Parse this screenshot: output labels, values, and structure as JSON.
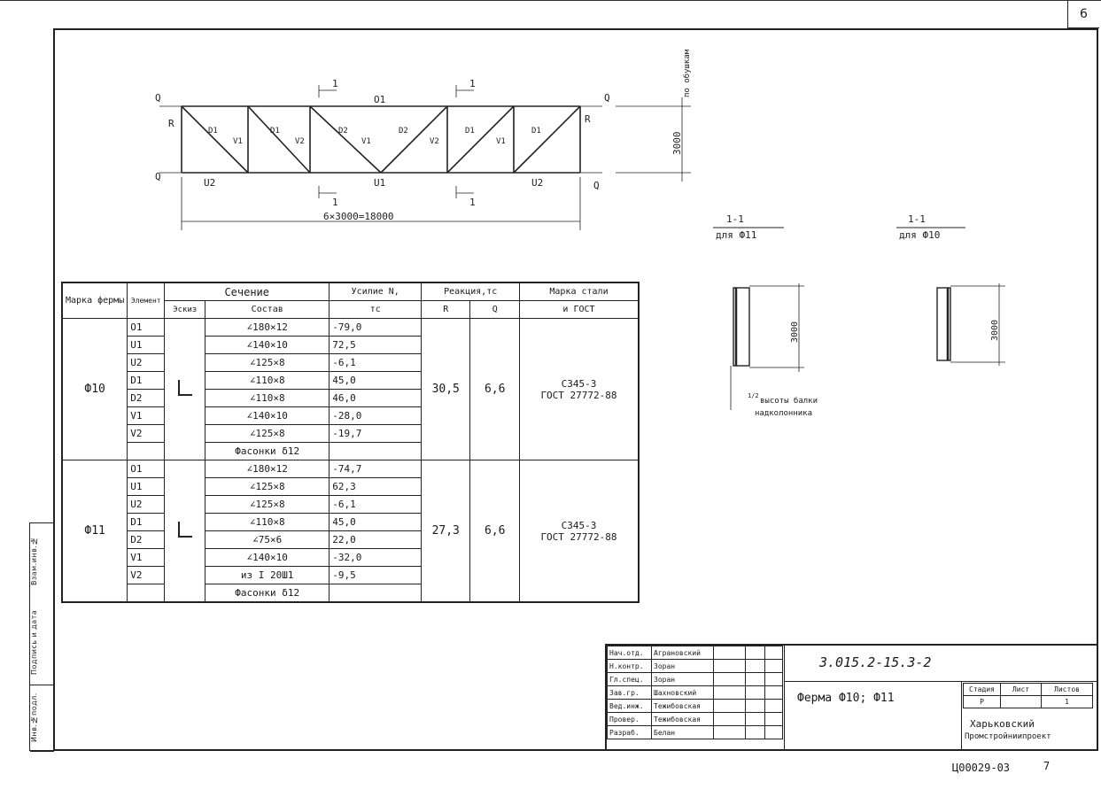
{
  "page_number": "6",
  "side_strip": {
    "top": "Взам.инв.№",
    "middle": "Подпись и дата",
    "bottom": "Инв.№подл."
  },
  "truss": {
    "top_chord": "O1",
    "bottom_left": "U2",
    "bottom_middle": "U1",
    "bottom_right": "U2",
    "members": [
      "D1",
      "V1",
      "D1",
      "V2",
      "D2",
      "V1",
      "D2",
      "V2",
      "D1",
      "V1",
      "D1"
    ],
    "q_label": "Q",
    "r_label": "R",
    "section_mark": "1",
    "span_dimension": "6×3000=18000",
    "height_dimension": "3000",
    "side_note": "по обушкам"
  },
  "sections": [
    {
      "title": "1-1",
      "subtitle": "для Ф11",
      "height": "3000",
      "note_fraction": "1/2",
      "note": "высоты балки",
      "note2": "надколонника"
    },
    {
      "title": "1-1",
      "subtitle": "для Ф10",
      "height": "3000"
    }
  ],
  "table": {
    "h_mark": "Марка фермы",
    "h_element": "Элемент",
    "h_section": "Сечение",
    "h_sketch": "Эскиз",
    "h_composition": "Состав",
    "h_force": "Усилие N,",
    "h_force_unit": "тс",
    "h_reaction": "Реакция,тс",
    "h_r": "R",
    "h_q": "Q",
    "h_steel": "Марка стали",
    "h_steel2": "и ГОСТ",
    "groups": [
      {
        "mark": "Ф10",
        "r": "30,5",
        "q": "6,6",
        "steel": "С345-3",
        "gost": "ГОСТ 27772-88",
        "rows": [
          {
            "el": "O1",
            "comp": "∠180×12",
            "n": "-79,0"
          },
          {
            "el": "U1",
            "comp": "∠140×10",
            "n": "72,5"
          },
          {
            "el": "U2",
            "comp": "∠125×8",
            "n": "-6,1"
          },
          {
            "el": "D1",
            "comp": "∠110×8",
            "n": "45,0"
          },
          {
            "el": "D2",
            "comp": "∠110×8",
            "n": "46,0"
          },
          {
            "el": "V1",
            "comp": "∠140×10",
            "n": "-28,0"
          },
          {
            "el": "V2",
            "comp": "∠125×8",
            "n": "-19,7"
          },
          {
            "el": "",
            "comp": "Фасонки δ12",
            "n": ""
          }
        ]
      },
      {
        "mark": "Ф11",
        "r": "27,3",
        "q": "6,6",
        "steel": "С345-3",
        "gost": "ГОСТ 27772-88",
        "rows": [
          {
            "el": "O1",
            "comp": "∠180×12",
            "n": "-74,7"
          },
          {
            "el": "U1",
            "comp": "∠125×8",
            "n": "62,3"
          },
          {
            "el": "U2",
            "comp": "∠125×8",
            "n": "-6,1"
          },
          {
            "el": "D1",
            "comp": "∠110×8",
            "n": "45,0"
          },
          {
            "el": "D2",
            "comp": "∠75×6",
            "n": "22,0"
          },
          {
            "el": "V1",
            "comp": "∠140×10",
            "n": "-32,0"
          },
          {
            "el": "V2",
            "comp": "из I 20Ш1",
            "n": "-9,5"
          },
          {
            "el": "",
            "comp": "Фасонки δ12",
            "n": ""
          }
        ]
      }
    ]
  },
  "title_block": {
    "doc_code": "3.015.2-15.3-2",
    "name": "Ферма Ф10; Ф11",
    "org": "Харьковский",
    "org2": "Промстройниипроект",
    "stage_h": "Стадия",
    "sheet_h": "Лист",
    "sheets_h": "Листов",
    "stage_v": "Р",
    "sheets_v": "1",
    "staff": [
      {
        "role": "Нач.отд.",
        "name": "Аграновский"
      },
      {
        "role": "Н.контр.",
        "name": "Зоран"
      },
      {
        "role": "Гл.спец.",
        "name": "Зоран"
      },
      {
        "role": "Зав.гр.",
        "name": "Шахновский"
      },
      {
        "role": "Вед.инж.",
        "name": "Тежибовская"
      },
      {
        "role": "Провер.",
        "name": "Тежибовская"
      },
      {
        "role": "Разраб.",
        "name": "Белан"
      }
    ]
  },
  "bottom_code": "Ц00029-03",
  "bottom_mark": "7"
}
